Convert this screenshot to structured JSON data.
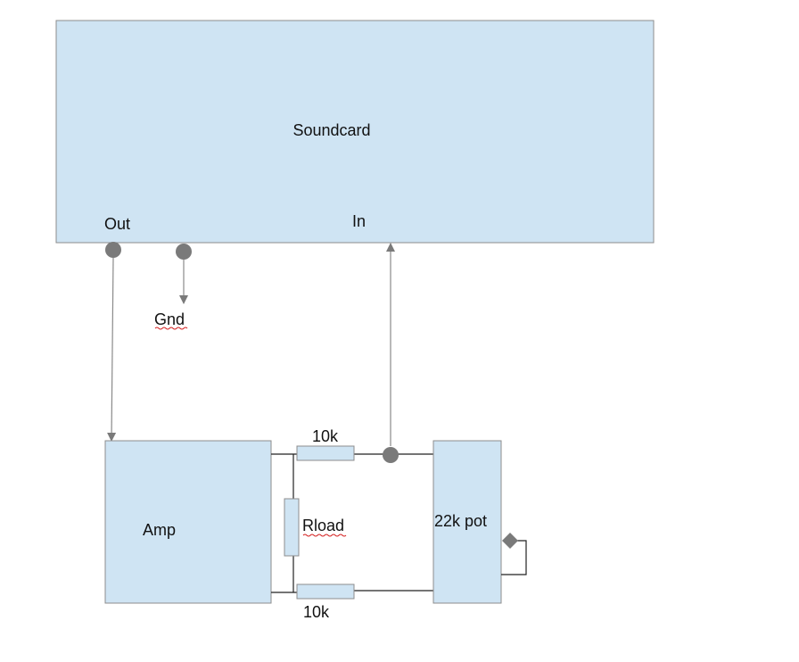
{
  "labels": {
    "soundcard": "Soundcard",
    "out": "Out",
    "in": "In",
    "gnd": "Gnd",
    "amp": "Amp",
    "rload": "Rload",
    "r_top": "10k",
    "r_bottom": "10k",
    "pot": "22k pot"
  },
  "colors": {
    "box_fill": "#cfe4f3",
    "box_stroke": "#8c8c8c",
    "connector": "#7a7a7a",
    "wire": "#222222",
    "spellcheck_underline": "#d42020"
  }
}
